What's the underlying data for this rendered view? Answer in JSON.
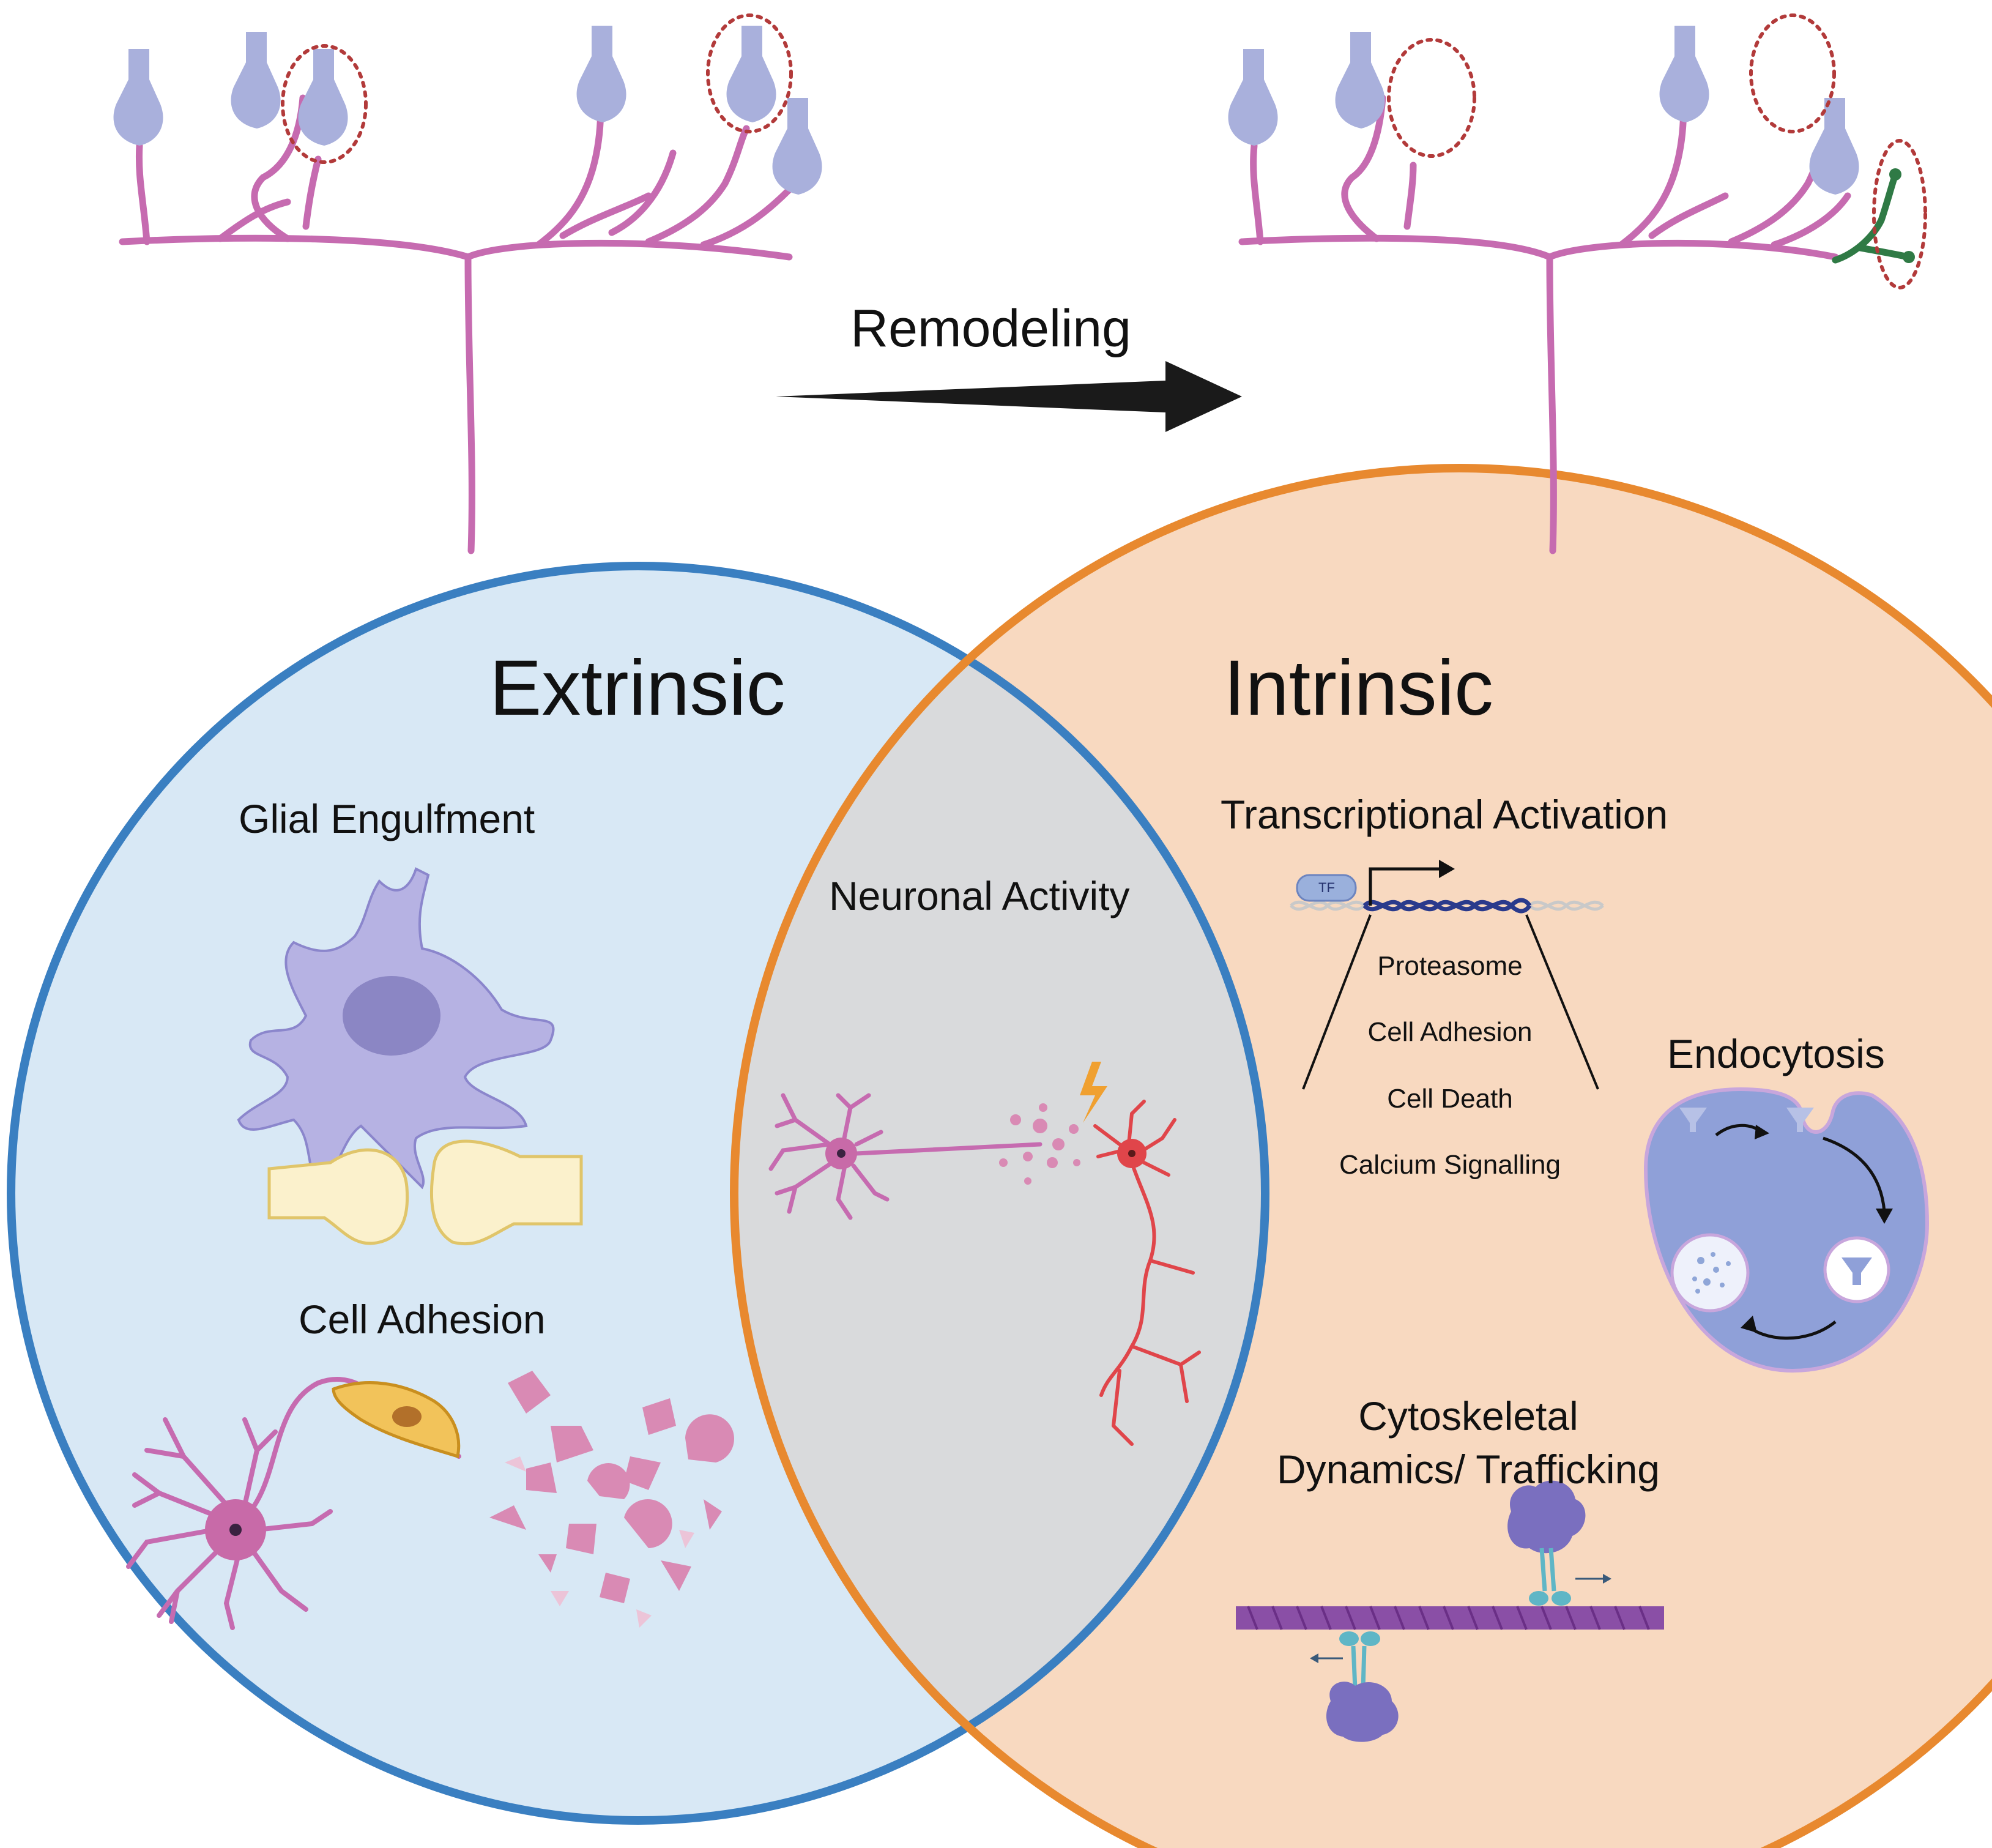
{
  "top": {
    "arrow_label": "Remodeling"
  },
  "extrinsic": {
    "title": "Extrinsic",
    "glial_label": "Glial Engulfment",
    "adhesion_label": "Cell Adhesion"
  },
  "overlap": {
    "label": "Neuronal Activity"
  },
  "intrinsic": {
    "title": "Intrinsic",
    "transcription_label": "Transcriptional Activation",
    "tf_badge": "TF",
    "gene_targets": [
      "Proteasome",
      "Cell Adhesion",
      "Cell Death",
      "Calcium Signalling"
    ],
    "endocytosis_label": "Endocytosis",
    "cytoskeleton_label_line1": "Cytoskeletal",
    "cytoskeleton_label_line2": "Dynamics/ Trafficking"
  },
  "colors": {
    "extrinsic_fill": "#d8e8f5",
    "extrinsic_border": "#3a7fc1",
    "intrinsic_fill": "#f8d9c0",
    "intrinsic_border": "#e8892f",
    "overlap_fill": "#d9dadc",
    "dendrite": "#c66bb0",
    "synapse": "#a9b0dc",
    "new_branch": "#2f7a45",
    "marker_circle": "#b23a3a"
  }
}
